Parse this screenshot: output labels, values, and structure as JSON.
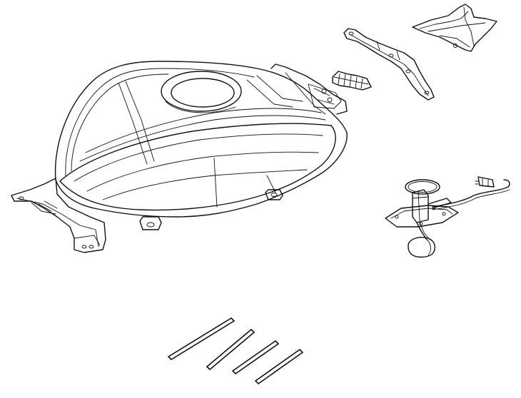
{
  "diagram": {
    "type": "exploded-parts-view",
    "line_color": "#111111",
    "background": "#ffffff",
    "parts": [
      {
        "id": "fuel-tank",
        "icon": "fuel-tank-drawing"
      },
      {
        "id": "mounting-bracket",
        "icon": "bracket-drawing"
      },
      {
        "id": "tank-cover-trim",
        "icon": "cover-drawing"
      },
      {
        "id": "hinge-clip",
        "icon": "clip-drawing"
      },
      {
        "id": "fuel-pump-assembly",
        "icon": "fuel-pump-drawing"
      },
      {
        "id": "o-ring-seal",
        "icon": "ring-drawing"
      },
      {
        "id": "rods",
        "icon": "rod-drawing",
        "count": 4
      }
    ]
  }
}
